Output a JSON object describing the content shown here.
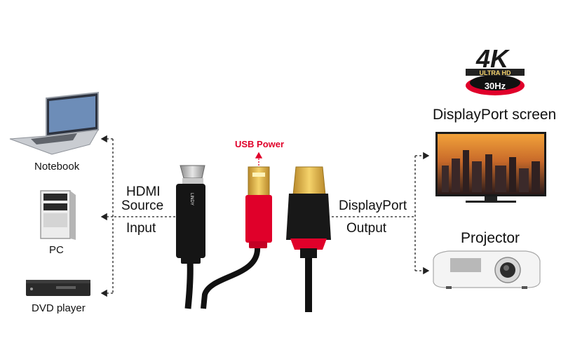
{
  "devices": {
    "notebook": "Notebook",
    "pc": "PC",
    "dvd": "DVD player",
    "dp_screen": "DisplayPort screen",
    "projector": "Projector"
  },
  "left_label": {
    "line1": "HDMI",
    "line2": "Source",
    "line3": "Input"
  },
  "right_label": {
    "line1": "DisplayPort",
    "line2": "Output"
  },
  "usb_power": "USB Power",
  "badge": {
    "main": "4K",
    "band": "ULTRA HD",
    "freq": "30Hz"
  },
  "cable_brand": "LINDY",
  "colors": {
    "red": "#e0002a",
    "cable": "#111111",
    "accent": "#e0002a"
  }
}
